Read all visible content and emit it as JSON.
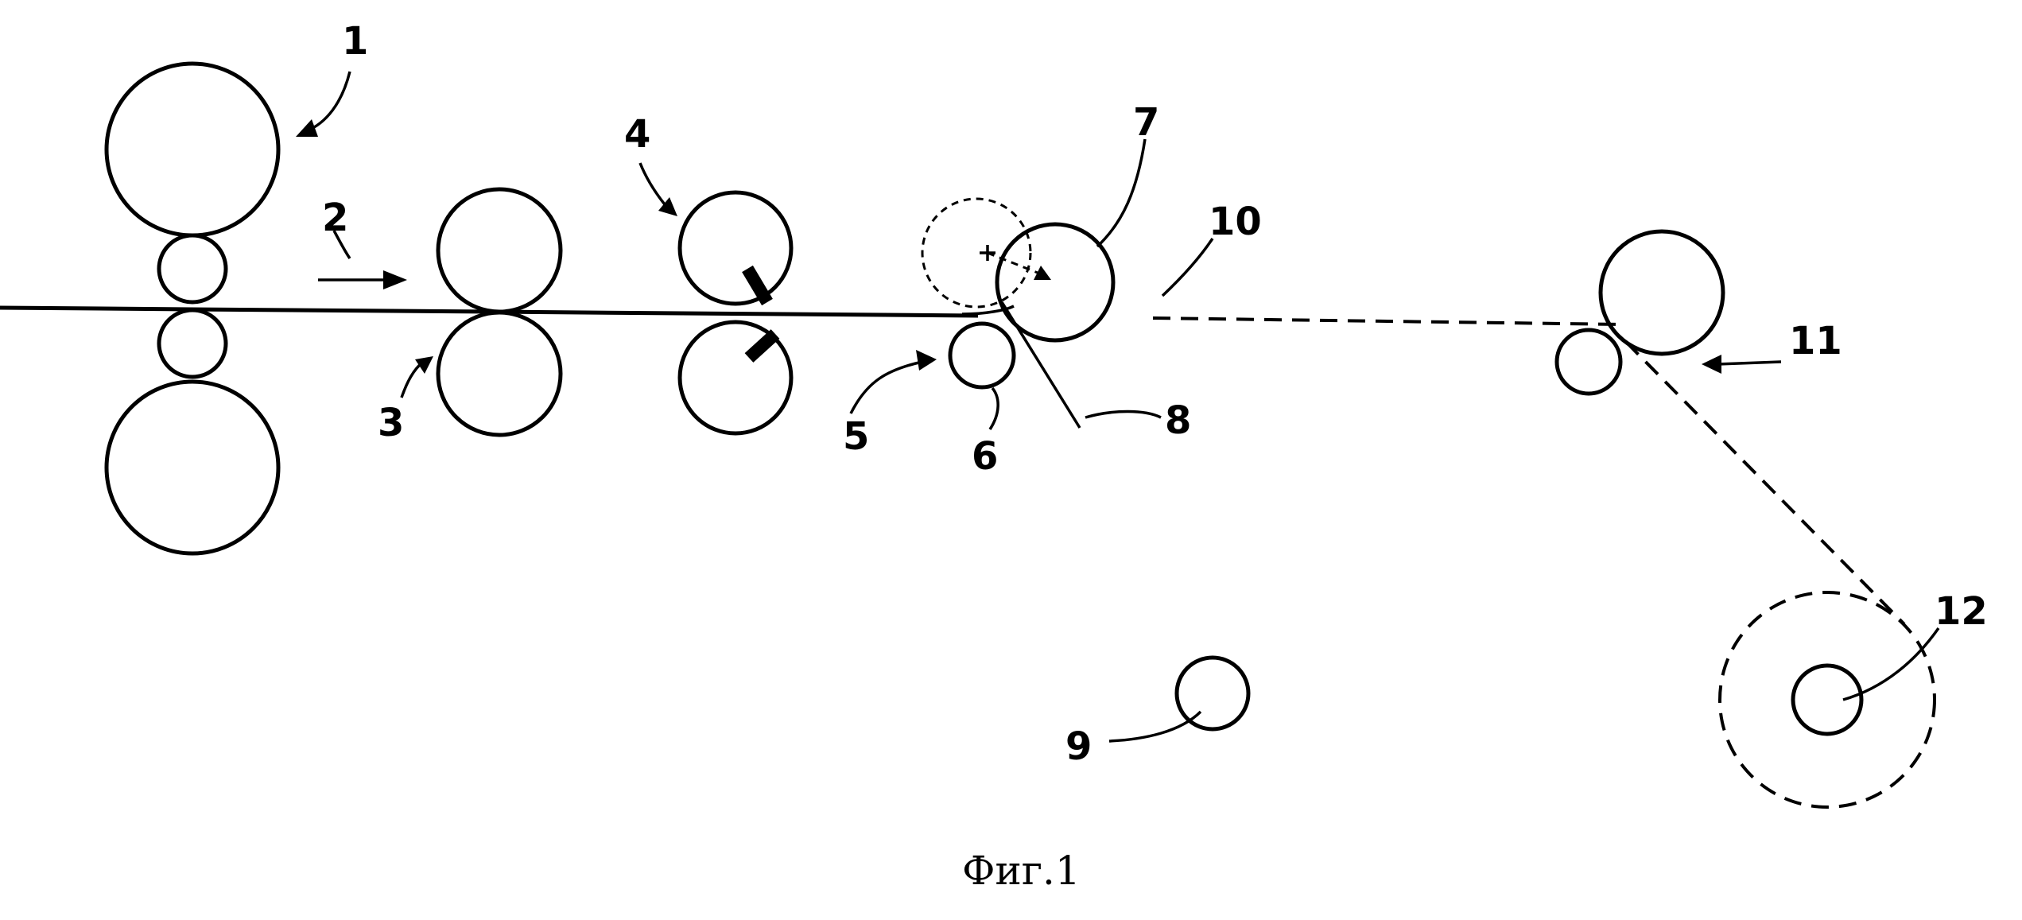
{
  "figure": {
    "caption": "Фиг.1",
    "labels": {
      "l1": "1",
      "l2": "2",
      "l3": "3",
      "l4": "4",
      "l5": "5",
      "l6": "6",
      "l7": "7",
      "l8": "8",
      "l9": "9",
      "l10": "10",
      "l11": "11",
      "l12": "12"
    }
  }
}
